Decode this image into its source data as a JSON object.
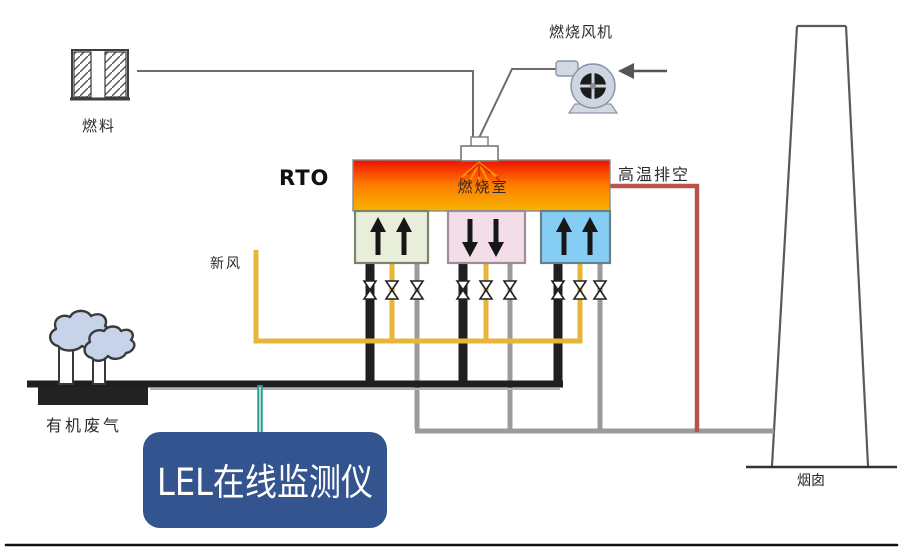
{
  "diagram": {
    "labels": {
      "fuel": "燃料",
      "combustion_fan": "燃烧风机",
      "rto": "RTO",
      "combustion_chamber": "燃烧室",
      "high_temp_exhaust": "高温排空",
      "fresh_air": "新风",
      "organic_waste_gas": "有机废气",
      "lel_monitor": "LEL在线监测仪",
      "chimney": "烟囱"
    },
    "colors": {
      "chamber_gradient_top": "#ee1000",
      "chamber_gradient_mid": "#ff7b00",
      "chamber_gradient_bottom": "#f7b400",
      "bed_green": "#e9eedb",
      "bed_pink": "#f2dde8",
      "bed_blue": "#85cdf2",
      "pipe_black": "#1f1f1f",
      "pipe_yellow": "#e8b53c",
      "pipe_gray": "#9b9b9b",
      "pipe_red": "#b9544a",
      "sensor_teal": "#2e9c90",
      "lel_box_blue": "#34548f",
      "cloud_fill": "#c6d3e8"
    }
  }
}
